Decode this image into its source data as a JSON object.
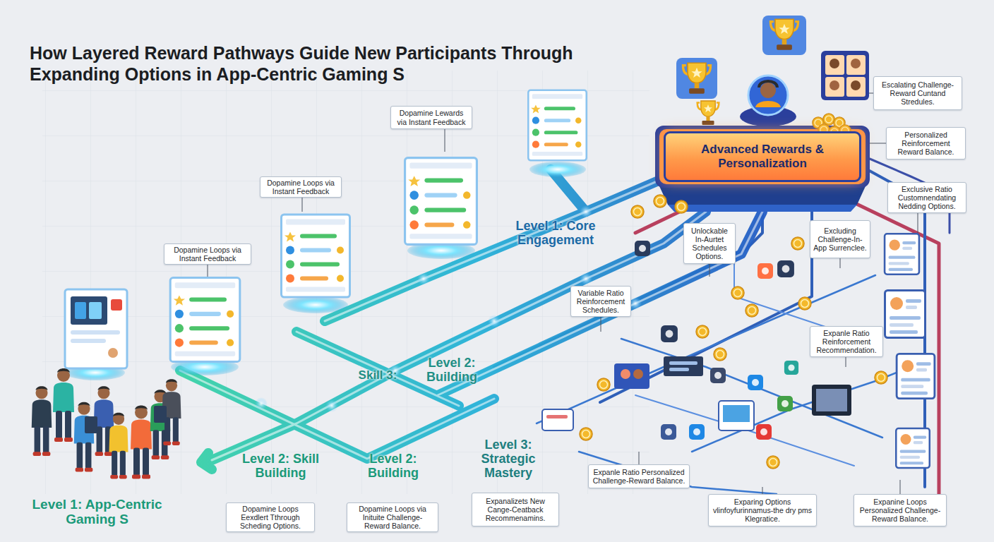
{
  "diagram": {
    "title": "How Layered Reward Pathways Guide New Participants Through Expanding Options in App-Centric Gaming S",
    "nodes": [
      {
        "text": [
          "Escalating Challenge-Reward Cuntand Stredules."
        ]
      },
      {
        "text": [
          "Dopamine Lewards via Instant Feedback"
        ]
      },
      {
        "text": [
          "Advanced Rewards & Personalization"
        ]
      },
      {
        "text": [
          "Personalized Reinforcement Reward Balance."
        ]
      },
      {
        "text": [
          "Dopamine Loops via Instant Feedback"
        ]
      },
      {
        "text": [
          "Exclusive Ratio Customnendating Nedding Options."
        ]
      },
      {
        "text": [
          "Excluding Challenge-In-App Surrenclee."
        ]
      },
      {
        "text": [
          "Unlockable In-Aurtet Schedules Options."
        ]
      },
      {
        "text": [
          "Dopamine Loops via Instant Feedback"
        ]
      },
      {
        "text": [
          "Variable Ratio Reinforcement Schedules."
        ]
      },
      {
        "text": [
          "Expanle Ratio Reinforcement Recommendation."
        ]
      },
      {
        "text": [
          "Dopamine Loops Eexdlert Tthrough Scheding Options."
        ]
      },
      {
        "text": [
          "Dopamine Loops via Inituite Challenge-Reward Balance."
        ]
      },
      {
        "text": [
          "Expanalizets New Cange-Ceatback Recommenamins."
        ]
      },
      {
        "text": [
          "Expanle Ratio Personalized Challenge-Reward Balance."
        ]
      },
      {
        "text": [
          "Exparing Options vlinfoyfurinnamus-the dry pms Klegratice."
        ]
      },
      {
        "text": [
          "Expanine Loops Personalized Challenge-Reward Balance."
        ]
      }
    ],
    "labels": [
      "Level 1: Core Engagement",
      "Level 2: Building",
      "Skill 3:",
      "Level 3: Strategic Mastery",
      "Level 2: Skill Building",
      "Level 2: Building",
      "Level 1: App-Centric Gaming S"
    ]
  }
}
